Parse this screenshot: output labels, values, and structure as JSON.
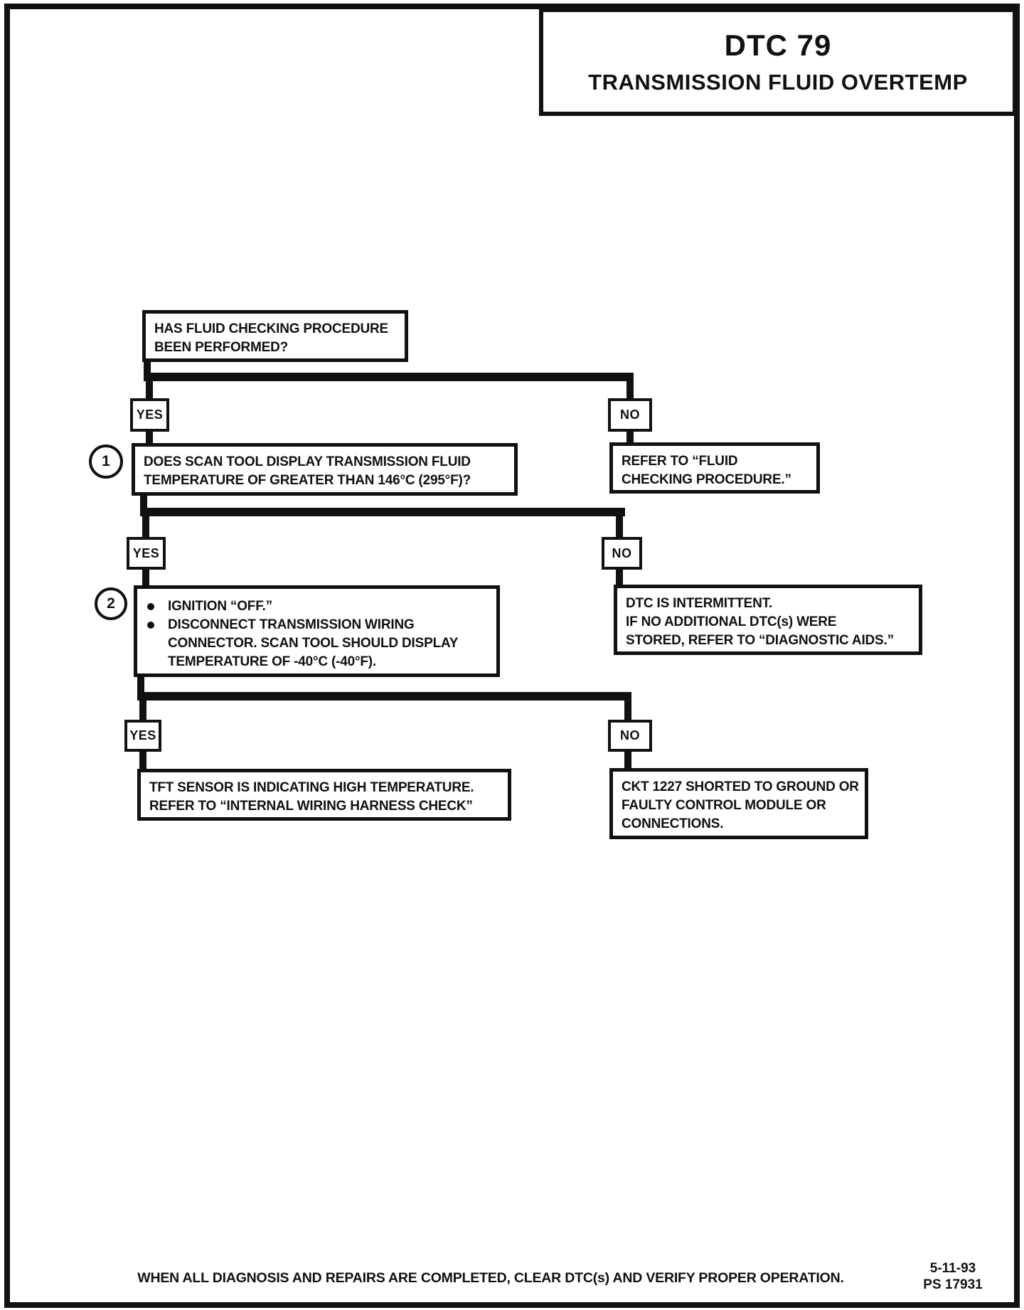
{
  "title": {
    "code": "DTC 79",
    "name": "TRANSMISSION FLUID OVERTEMP"
  },
  "labels": {
    "yes": "YES",
    "no": "NO"
  },
  "flowchart": {
    "root_question": {
      "lines": [
        "HAS FLUID CHECKING PROCEDURE",
        "BEEN PERFORMED?"
      ]
    },
    "step1": {
      "number": "1",
      "lines": [
        "DOES SCAN TOOL DISPLAY TRANSMISSION FLUID",
        "TEMPERATURE OF GREATER THAN 146°C (295°F)?"
      ]
    },
    "refer_fluid": {
      "lines": [
        "REFER TO “FLUID",
        "CHECKING PROCEDURE.”"
      ]
    },
    "step2": {
      "number": "2",
      "bullets": [
        {
          "lines": [
            "IGNITION “OFF.”"
          ]
        },
        {
          "lines": [
            "DISCONNECT TRANSMISSION WIRING",
            "CONNECTOR.  SCAN TOOL SHOULD DISPLAY",
            "TEMPERATURE OF -40°C (-40°F)."
          ]
        }
      ]
    },
    "intermittent": {
      "lines": [
        "DTC IS INTERMITTENT.",
        "IF NO ADDITIONAL DTC(s) WERE",
        "STORED, REFER TO “DIAGNOSTIC AIDS.”"
      ]
    },
    "tft_result": {
      "lines": [
        "TFT SENSOR IS INDICATING HIGH TEMPERATURE.",
        "REFER TO “INTERNAL WIRING HARNESS CHECK”"
      ]
    },
    "ckt_result": {
      "lines": [
        "CKT 1227 SHORTED TO GROUND OR",
        "FAULTY CONTROL MODULE OR",
        "CONNECTIONS."
      ]
    }
  },
  "footer": {
    "instruction": "WHEN ALL DIAGNOSIS AND REPAIRS ARE COMPLETED, CLEAR DTC(s) AND VERIFY PROPER OPERATION.",
    "date": "5-11-93",
    "doc_number": "PS 17931"
  }
}
